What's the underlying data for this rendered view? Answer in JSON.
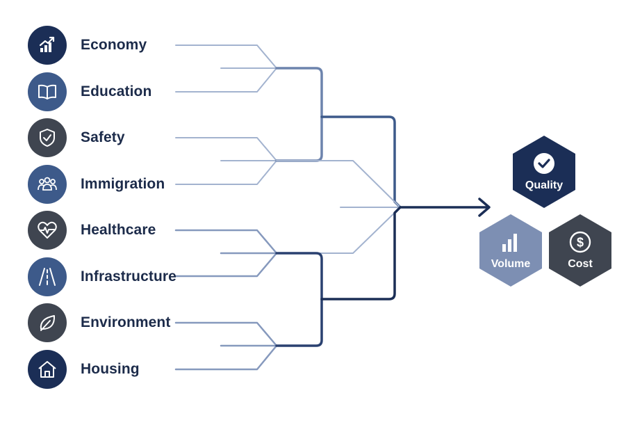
{
  "topics": [
    {
      "label": "Economy",
      "icon": "chart-up-icon",
      "color": "#1b2e56"
    },
    {
      "label": "Education",
      "icon": "book-icon",
      "color": "#3d5a8a"
    },
    {
      "label": "Safety",
      "icon": "shield-check-icon",
      "color": "#3f4550"
    },
    {
      "label": "Immigration",
      "icon": "people-group-icon",
      "color": "#3d5a8a"
    },
    {
      "label": "Healthcare",
      "icon": "heart-pulse-icon",
      "color": "#3f4550"
    },
    {
      "label": "Infrastructure",
      "icon": "road-icon",
      "color": "#3d5a8a"
    },
    {
      "label": "Environment",
      "icon": "leaf-icon",
      "color": "#3f4550"
    },
    {
      "label": "Housing",
      "icon": "house-icon",
      "color": "#1b2e56"
    }
  ],
  "outcomes": [
    {
      "label": "Quality",
      "icon": "check-circle-icon",
      "color": "#1b2e56"
    },
    {
      "label": "Volume",
      "icon": "bar-chart-icon",
      "color": "#7d8fb3"
    },
    {
      "label": "Cost",
      "icon": "dollar-circle-icon",
      "color": "#3f4550"
    }
  ],
  "colors": {
    "light_line": "#a3b3cf",
    "mid_line": "#6d84ad",
    "dark_line": "#1b2e56"
  }
}
